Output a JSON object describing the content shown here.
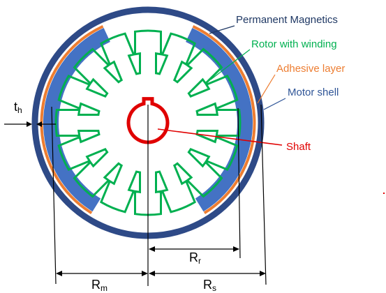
{
  "labels": {
    "permanent_magnetics": "Permanent Magnetics",
    "rotor_with_winding": "Rotor with winding",
    "adhesive_layer": "Adhesive layer",
    "motor_shell": "Motor shell",
    "shaft": "Shaft"
  },
  "dimensions": {
    "th_main": "t",
    "th_sub": "h",
    "rr_main": "R",
    "rr_sub": "r",
    "rm_main": "R",
    "rm_sub": "m",
    "rs_main": "R",
    "rs_sub": "s"
  },
  "colors": {
    "shell": "#2E4A87",
    "magnet": "#4472C4",
    "adhesive": "#ED7D31",
    "winding": "#00B050",
    "shaft": "#E00000",
    "label_pm": "#1F3864",
    "label_rotor": "#00B050",
    "label_adhesive": "#ED7D31",
    "label_shell": "#2F5597",
    "label_shaft": "#E00000"
  }
}
